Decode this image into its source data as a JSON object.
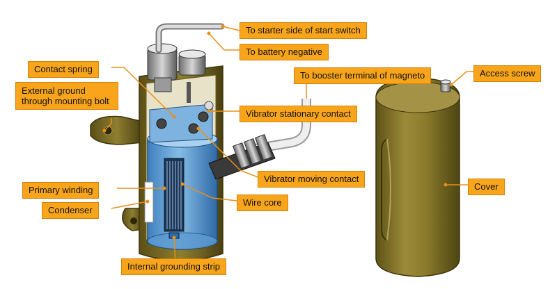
{
  "labels": {
    "starter_side": "To starter side of start switch",
    "battery_negative": "To battery negative",
    "contact_spring": "Contact spring",
    "booster_terminal": "To booster terminal of magneto",
    "access_screw": "Access screw",
    "external_ground": "External ground through mounting bolt",
    "vibrator_stationary": "Vibrator stationary contact",
    "vibrator_moving": "Vibrator moving contact",
    "primary_winding": "Primary winding",
    "cover": "Cover",
    "condenser": "Condenser",
    "wire_core": "Wire core",
    "internal_grounding": "Internal grounding strip"
  },
  "colors": {
    "label_fill": "#f8a51b",
    "leader_line": "#e8901a",
    "housing_olive": "#8a7a2a",
    "body_blue": "#6fa8d8",
    "cover_olive": "#8f7d2d"
  }
}
